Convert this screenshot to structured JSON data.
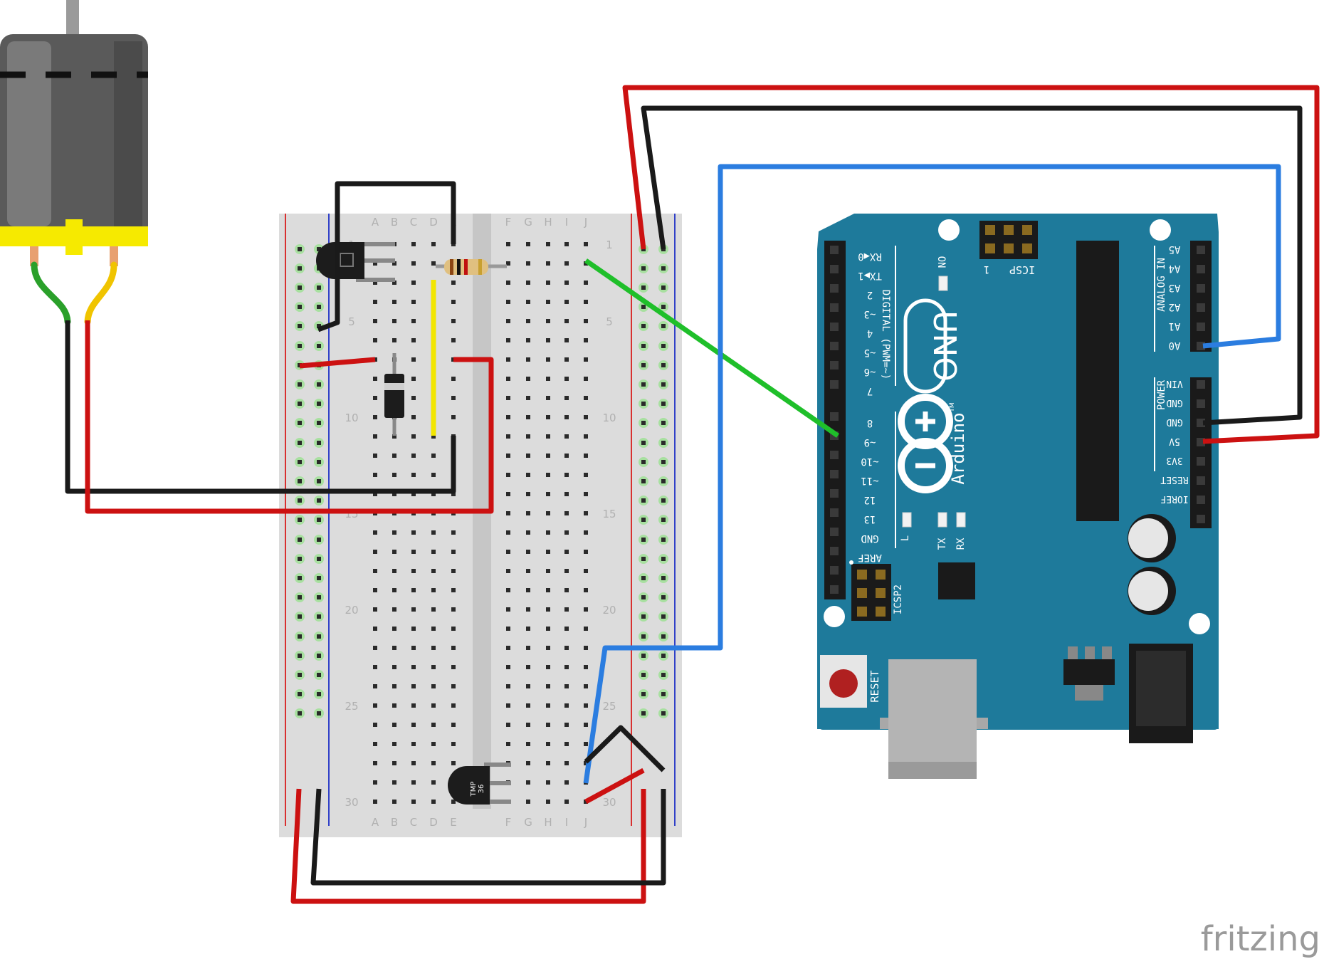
{
  "breadboard": {
    "col_letters_left": [
      "A",
      "B",
      "C",
      "D",
      "E"
    ],
    "col_letters_right": [
      "F",
      "G",
      "H",
      "I",
      "J"
    ],
    "row_numbers": [
      "1",
      "5",
      "10",
      "15",
      "20",
      "25",
      "30"
    ]
  },
  "components": {
    "sensor_label_line1": "TMP",
    "sensor_label_line2": "36"
  },
  "arduino": {
    "model": "UNO",
    "brand": "Arduino",
    "trademark": "TM",
    "digital_header_title": "DIGITAL (PWM=~)",
    "analog_header_title": "ANALOG IN",
    "power_header_title": "POWER",
    "icsp_label": "ICSP",
    "icsp2_label": "ICSP2",
    "icsp_pin1": "1",
    "on_label": "ON",
    "led_l": "L",
    "led_tx": "TX",
    "led_rx": "RX",
    "reset_label": "RESET",
    "digital_pins": [
      "RX◀0",
      "TX▶1",
      "2",
      "~3",
      "4",
      "~5",
      "~6",
      "7",
      "8",
      "~9",
      "~10",
      "~11",
      "12",
      "13",
      "GND",
      "AREF"
    ],
    "analog_pins": [
      "A5",
      "A4",
      "A3",
      "A2",
      "A1",
      "A0"
    ],
    "power_pins": [
      "VIN",
      "GND",
      "GND",
      "5V",
      "3V3",
      "RESET",
      "IOREF"
    ]
  },
  "watermark": "fritzing",
  "colors": {
    "board": "#1e7a9b",
    "wire_red": "#cc1111",
    "wire_black": "#1a1a1a",
    "wire_blue": "#2b7de0",
    "wire_green": "#1fbf2a",
    "wire_yellow": "#f2e600"
  }
}
